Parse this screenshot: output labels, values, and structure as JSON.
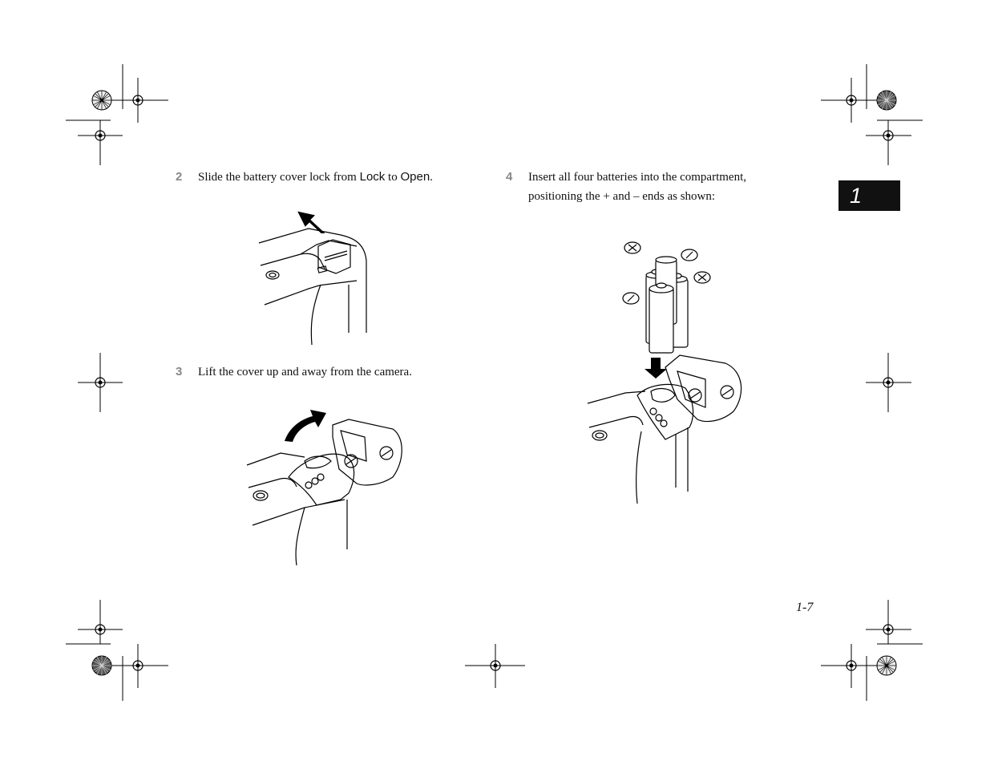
{
  "steps": [
    {
      "number": "2",
      "text_before": "Slide the battery cover lock from ",
      "lock": "Lock",
      "mid": " to ",
      "open": "Open",
      "after": "."
    },
    {
      "number": "3",
      "text": "Lift the cover up and away from the camera."
    },
    {
      "number": "4",
      "line1": "Insert all four batteries into the compartment,",
      "line2": "positioning the + and – ends as shown:"
    }
  ],
  "chapter_tab": "1",
  "page_number": "1-7"
}
